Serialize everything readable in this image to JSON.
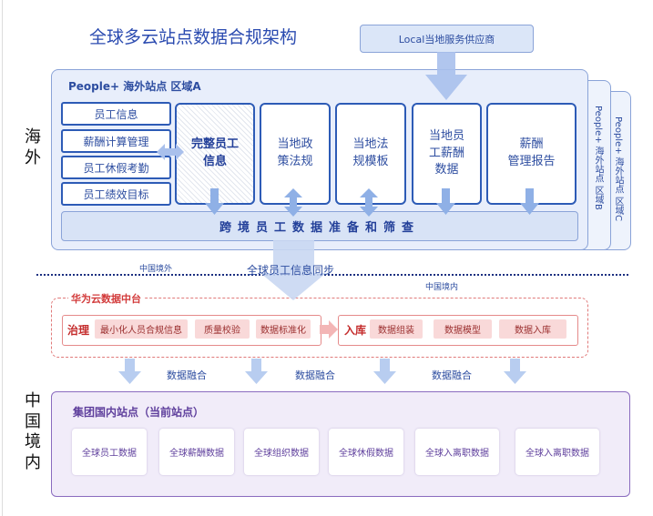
{
  "title": "全球多云站点数据合规架构",
  "local_provider": "Local当地服务供应商",
  "overseas": {
    "region_label": [
      "海",
      "外"
    ],
    "title": "People+ 海外站点 区域A",
    "stack_b": "People+ 海外站点 区域B",
    "stack_c": "People+ 海外站点 区域C",
    "hr_items": [
      "员工信息",
      "薪酬计算管理",
      "员工休假考勤",
      "员工绩效目标"
    ],
    "modules": [
      {
        "line1": "完整员工",
        "line2": "信息"
      },
      {
        "line1": "当地政",
        "line2": "策法规"
      },
      {
        "line1": "当地法",
        "line2": "规模板"
      },
      {
        "line1": "当地员",
        "line2": "工薪酬",
        "line3": "数据"
      },
      {
        "line1": "薪酬",
        "line2": "管理报告"
      }
    ],
    "screening_bar": "跨境员工数据准备和筛查"
  },
  "border": {
    "outside_china": "中国境外",
    "sync_label": "全球员工信息同步",
    "inside_china": "中国境内"
  },
  "huawei_platform": {
    "title": "华为云数据中台",
    "governance_label": "治理",
    "governance_items": [
      "最小化人员合规信息",
      "质量校验",
      "数据标准化"
    ],
    "ingest_label": "入库",
    "ingest_items": [
      "数据组装",
      "数据模型",
      "数据入库"
    ]
  },
  "fusion_labels": [
    "数据融合",
    "数据融合",
    "数据融合"
  ],
  "domestic": {
    "region_label": [
      "中",
      "国",
      "境",
      "内"
    ],
    "title": "集团国内站点（当前站点）",
    "items": [
      "全球员工数据",
      "全球薪酬数据",
      "全球组织数据",
      "全球休假数据",
      "全球入离职数据",
      "全球入离职数据"
    ]
  }
}
